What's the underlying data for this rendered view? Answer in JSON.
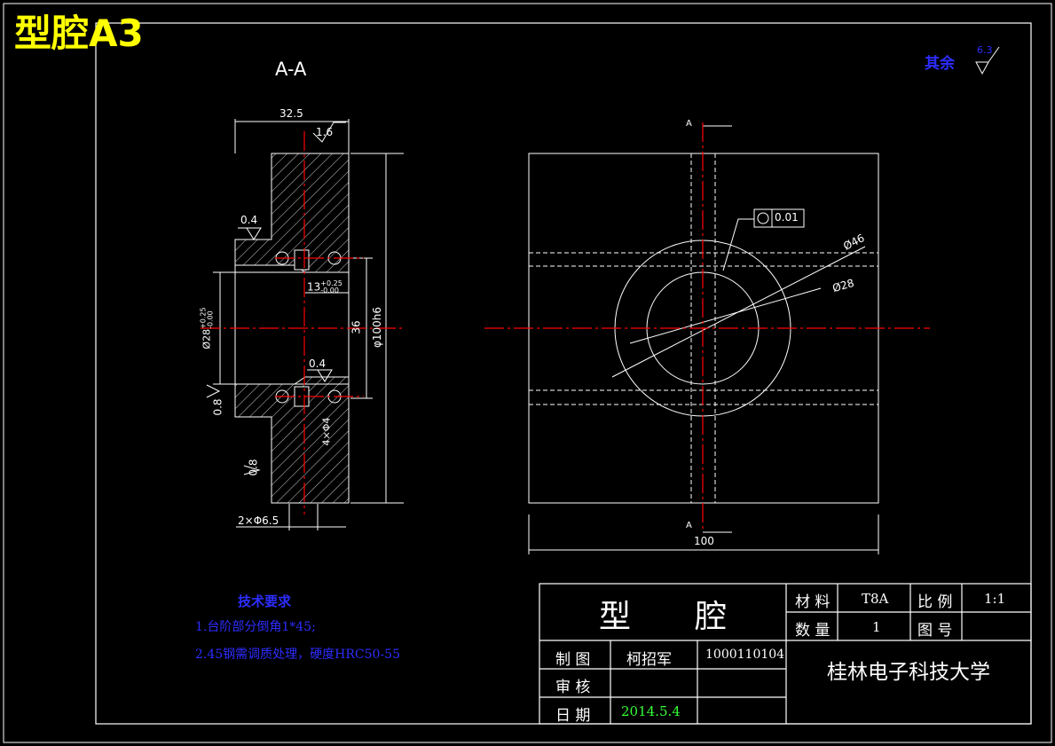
{
  "sheet_title": "型腔A3",
  "section_label": "A-A",
  "surface_note": {
    "label": "其余",
    "roughness": "6.3"
  },
  "tech_requirements": {
    "heading": "技术要求",
    "items": [
      "1.台阶部分倒角1*45;",
      "2.45钢需调质处理，硬度HRC50-55"
    ]
  },
  "section_view": {
    "dims": {
      "width": "32.5",
      "bore_tol_upper": "+0.25",
      "bore_tol_lower": "-0.00",
      "step_nominal": "13",
      "step_tol_upper": "+0.25",
      "step_tol_lower": "-0.00",
      "inner": "36",
      "outer": "φ100h6",
      "holes_bottom": "2×Φ6.5",
      "holes_side": "4×Φ4",
      "bore": "Ø28"
    },
    "roughness": [
      "1.6",
      "0.4",
      "0.4",
      "0.8",
      "0.8"
    ]
  },
  "plan_view": {
    "cut_marks": [
      "A",
      "A"
    ],
    "tolerance_frame": "0.01",
    "dia_outer": "Ø46",
    "dia_inner": "Ø28",
    "width": "100"
  },
  "title_block": {
    "part_name": "型　　腔",
    "material_label": "材  料",
    "material": "T8A",
    "scale_label": "比  例",
    "scale": "1:1",
    "quantity_label": "数  量",
    "quantity": "1",
    "drawing_no_label": "图  号",
    "drawing_no": "",
    "drawn_label": "制  图",
    "drawn_by": "柯招军",
    "student_id": "1000110104",
    "checked_label": "审  核",
    "date_label": "日  期",
    "date": "2014.5.4",
    "school": "桂林电子科技大学"
  },
  "colors": {
    "outline": "#ffffff",
    "centerline": "#ff0000",
    "note": "#2d2dff",
    "title": "#ffff00",
    "date": "#33ff33"
  }
}
